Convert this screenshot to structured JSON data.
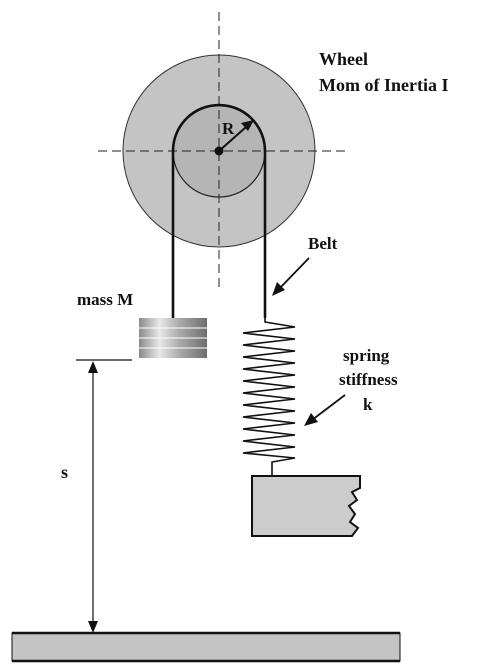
{
  "labels": {
    "wheel_title": "Wheel",
    "wheel_subtitle": "Mom of Inertia I",
    "radius": "R",
    "belt": "Belt",
    "mass": "mass M",
    "spring_line1": "spring",
    "spring_line2": "stiffness",
    "spring_line3": "k",
    "distance": "s"
  },
  "colors": {
    "wheel_fill": "#c4c4c4",
    "hub_fill": "#b5b5b5",
    "wall_fill": "#cccccc",
    "ground_fill": "#c4c4c4",
    "line": "#111111"
  }
}
